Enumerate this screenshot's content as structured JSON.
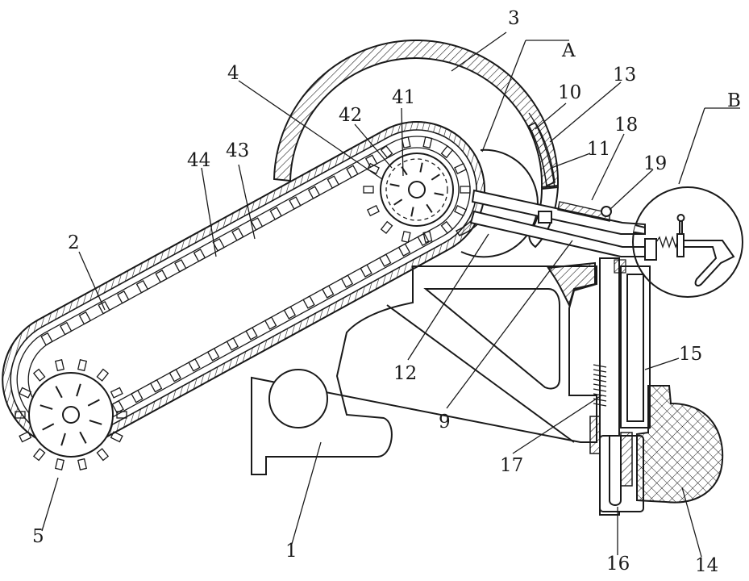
{
  "figure": {
    "labels": {
      "l1": "1",
      "l2": "2",
      "l3": "3",
      "l4": "4",
      "l5": "5",
      "l9": "9",
      "l10": "10",
      "l11": "11",
      "l12": "12",
      "l13": "13",
      "l14": "14",
      "l15": "15",
      "l16": "16",
      "l17": "17",
      "l18": "18",
      "l19": "19",
      "l41": "41",
      "l42": "42",
      "l43": "43",
      "l44": "44",
      "lA": "A",
      "lB": "B"
    }
  }
}
